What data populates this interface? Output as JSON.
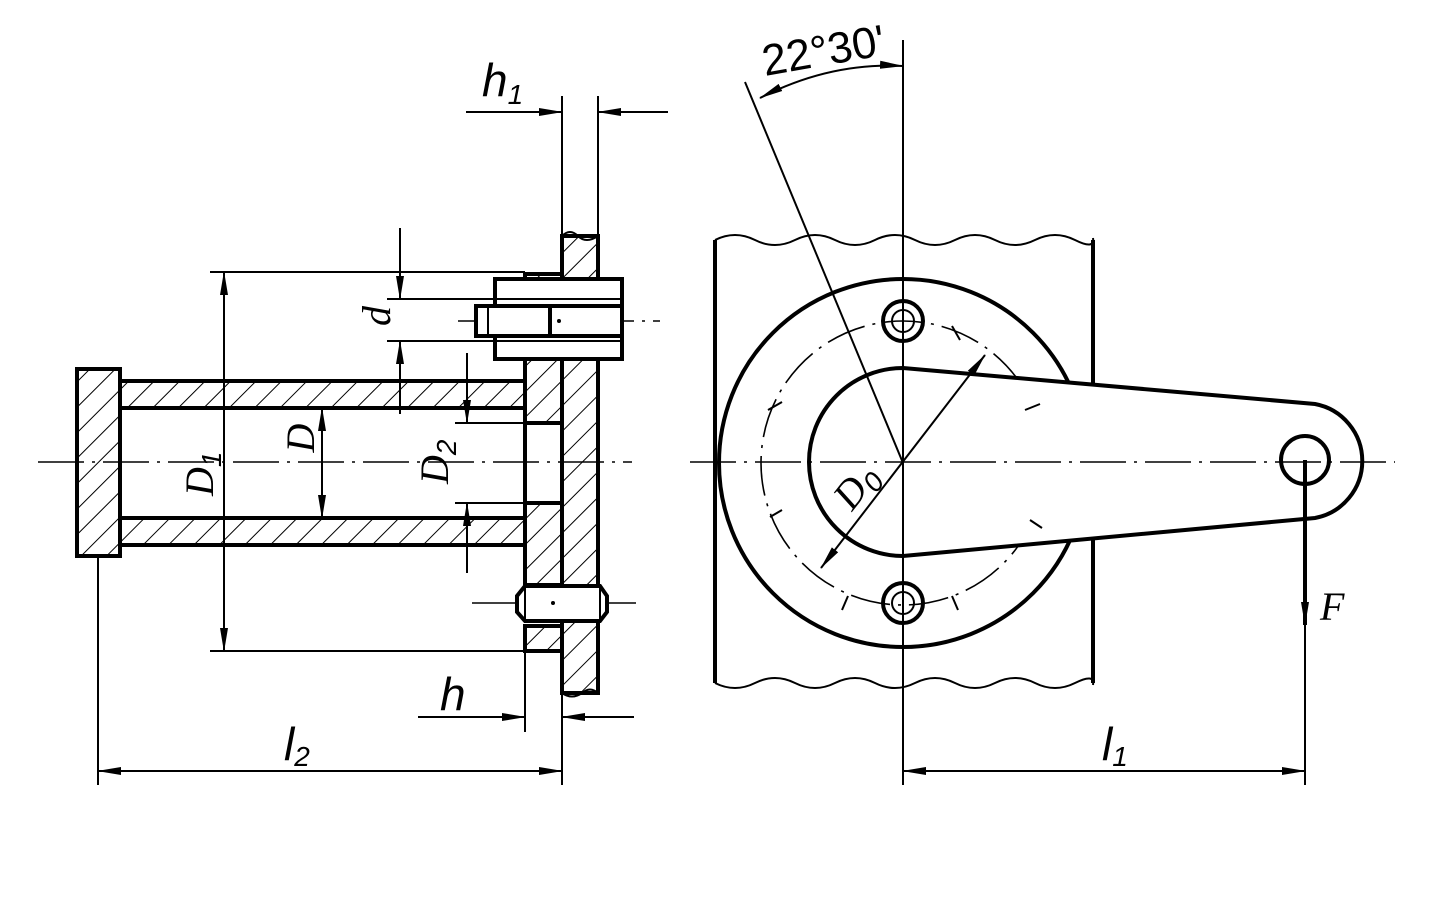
{
  "labels": {
    "h1": {
      "main": "h",
      "sub": "1"
    },
    "d": {
      "main": "d"
    },
    "D": {
      "main": "D"
    },
    "D1": {
      "main": "D",
      "sub": "1"
    },
    "D2": {
      "main": "D",
      "sub": "2"
    },
    "h": {
      "main": "h"
    },
    "l2": {
      "main": "l",
      "sub": "2"
    },
    "angle": {
      "main": "22°30'"
    },
    "D0": {
      "main": "D",
      "sub": "0"
    },
    "l1": {
      "main": "l",
      "sub": "1"
    },
    "F": {
      "main": "F"
    }
  }
}
